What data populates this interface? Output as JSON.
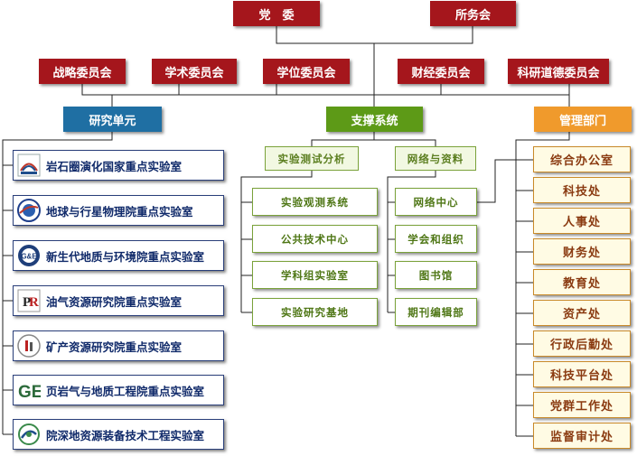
{
  "top": {
    "party": "党　委",
    "affairs": "所务会"
  },
  "committees": [
    "战略委员会",
    "学术委员会",
    "学位委员会",
    "财经委员会",
    "科研道德委员会"
  ],
  "research": {
    "header": "研究单元",
    "labs": [
      {
        "name": "岩石圈演化国家重点实验室",
        "logo": "sklitho-logo"
      },
      {
        "name": "地球与行星物理院重点实验室",
        "logo": "planet-logo"
      },
      {
        "name": "新生代地质与环境院重点实验室",
        "logo": "gle-logo"
      },
      {
        "name": "油气资源研究院重点实验室",
        "logo": "pr-logo"
      },
      {
        "name": "矿产资源研究院重点实验室",
        "logo": "mineral-logo"
      },
      {
        "name": "页岩气与地质工程院重点实验室",
        "logo": "ge-logo"
      },
      {
        "name": "院深地资源装备技术工程实验室",
        "logo": "deep-logo"
      }
    ]
  },
  "support": {
    "header": "支撑系统",
    "groups": [
      {
        "title": "实验测试分析",
        "items": [
          "实验观测系统",
          "公共技术中心",
          "学科组实验室",
          "实验研究基地"
        ]
      },
      {
        "title": "网络与资料",
        "items": [
          "网络中心",
          "学会和组织",
          "图书馆",
          "期刊编辑部"
        ]
      }
    ]
  },
  "management": {
    "header": "管理部门",
    "items": [
      "综合办公室",
      "科技处",
      "人事处",
      "财务处",
      "教育处",
      "资产处",
      "行政后勤处",
      "科技平台处",
      "党群工作处",
      "监督审计处"
    ]
  },
  "colors": {
    "red": "#a5161c",
    "blue": "#1f6fa3",
    "green": "#5d9a17",
    "orange": "#f09a2c"
  }
}
